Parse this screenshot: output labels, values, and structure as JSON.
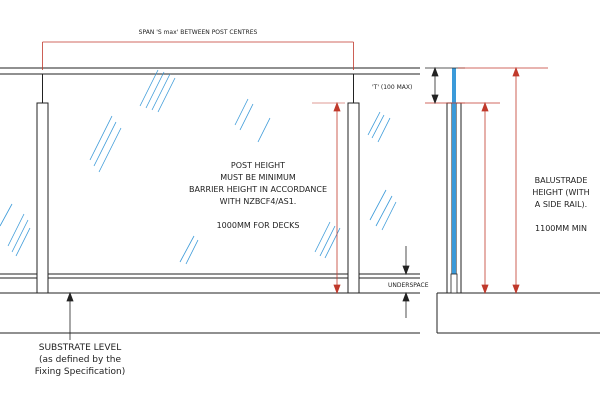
{
  "labels": {
    "span": "SPAN 'S max' BETWEEN POST CENTRES",
    "t_max": "'T' (100 MAX)",
    "post_height": [
      "POST HEIGHT",
      "MUST BE MINIMUM",
      "BARRIER HEIGHT IN ACCORDANCE",
      "WITH NZBCF4/AS1.",
      "",
      "1000MM FOR DECKS"
    ],
    "balustrade": [
      "BALUSTRADE",
      "HEIGHT (WITH",
      "A SIDE RAIL).",
      "",
      "1100MM MIN"
    ],
    "underspace": "UNDERSPACE",
    "substrate": [
      "SUBSTRATE LEVEL",
      "(as defined by the",
      "Fixing Specification)"
    ]
  },
  "colors": {
    "line": "#222222",
    "dimension_red": "#c0392b",
    "glass_blue": "#3b9ad9",
    "glass_reflection": "#3b9ad9"
  }
}
